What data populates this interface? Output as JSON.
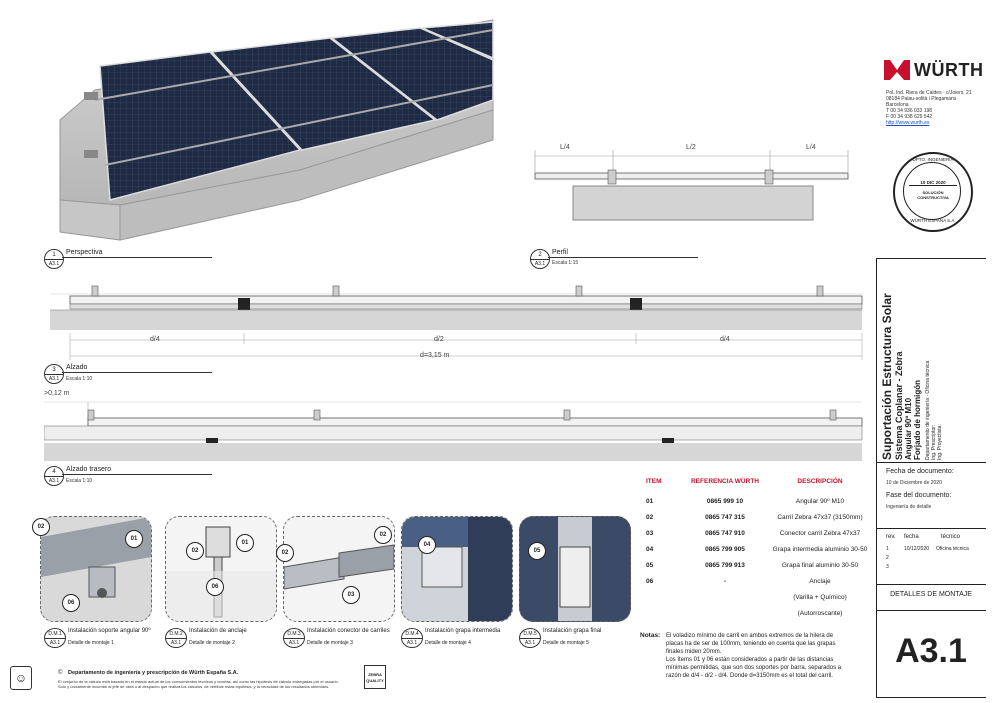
{
  "brand": {
    "name": "WÜRTH",
    "red": "#c8102e",
    "address_lines": [
      "Pol. Ind. Riera de Caldes · c/Joiers, 21",
      "08184 Palau-solità i Plegamans",
      "Barcelona",
      "T 00 34 936 033 198",
      "F 00 34 938 629 542",
      "http://www.wurth.es"
    ]
  },
  "stamp": {
    "top": "DPTO. INGENIERÍA",
    "date": "10 DIC 2020",
    "mid": "SOLUCIÓN CONSTRUCTIVA",
    "bottom": "WÜRTH ESPAÑA S.A."
  },
  "title_block": {
    "title": "Suportación Estructura Solar",
    "subtitle_1": "Sistema Coplanar - Zebra",
    "subtitle_2": "Angular 90º M10",
    "subtitle_3": "Forjado de hormigón",
    "dept": "Departamento de ingeniería · Oficina técnica",
    "ing_prescriptor": "Ing. Prescriptor:",
    "ing_proyectista": "Ing. Proyectista:",
    "fecha_label": "Fecha de documento:",
    "fecha_value": "10 de Diciembre de 2020",
    "fase_label": "Fase del documento:",
    "fase_value": "Ingeniería de detalle",
    "rev_headers": [
      "rev.",
      "fecha",
      "técnico"
    ],
    "revisions": [
      {
        "rev": "1",
        "fecha": "10/12/2020",
        "tecnico": "Oficina técnica"
      },
      {
        "rev": "2",
        "fecha": "",
        "tecnico": ""
      },
      {
        "rev": "3",
        "fecha": "",
        "tecnico": ""
      }
    ],
    "sheet_name": "DETALLES DE MONTAJE",
    "sheet_code": "A3.1"
  },
  "views": {
    "perspectiva": {
      "num": "1",
      "sheet": "A3.1",
      "name": "Perspectiva"
    },
    "perfil": {
      "num": "2",
      "sheet": "A3.1",
      "name": "Perfil",
      "scale": "Escala 1:15"
    },
    "alzado": {
      "num": "3",
      "sheet": "A3.1",
      "name": "Alzado",
      "scale": "Escala 1:10"
    },
    "alzado_trasero": {
      "num": "4",
      "sheet": "A3.1",
      "name": "Alzado trasero",
      "scale": "Escala 1:10"
    }
  },
  "dims": {
    "top_l4a": "L/4",
    "top_l2": "L/2",
    "top_l4b": "L/4",
    "d4a": "d/4",
    "d2": "d/2",
    "d4b": "d/4",
    "total": "d=3,15 m",
    "overhang": ">0,12 m"
  },
  "parts": {
    "headers": {
      "item": "ITEM",
      "ref": "REFERENCIA WÜRTH",
      "desc": "DESCRIPCIÓN"
    },
    "rows": [
      {
        "item": "01",
        "ref": "0865 999 10",
        "desc": "Angular 90º M10"
      },
      {
        "item": "02",
        "ref": "0865 747 315",
        "desc": "Carril Zebra 47x37 (3150mm)"
      },
      {
        "item": "03",
        "ref": "0865 747 910",
        "desc": "Conector carril Zebra 47x37"
      },
      {
        "item": "04",
        "ref": "0865 799 905",
        "desc": "Grapa intermedia aluminio 30-50"
      },
      {
        "item": "05",
        "ref": "0865 799 913",
        "desc": "Grapa final aluminio 30-50"
      },
      {
        "item": "06",
        "ref": "-",
        "desc": "Anclaje"
      }
    ],
    "extra": [
      "(Varilla + Químico)",
      "(Autorroscante)"
    ]
  },
  "details": [
    {
      "code": "D.M.1",
      "sheet": "A3.1",
      "name": "Instalación soporte angular 90º",
      "sub": "Detalle de montaje 1",
      "callouts": [
        "02",
        "01",
        "06"
      ]
    },
    {
      "code": "D.M.2",
      "sheet": "A3.1",
      "name": "Instalación de anclaje",
      "sub": "Detalle de montaje 2",
      "callouts": [
        "01",
        "02",
        "06"
      ]
    },
    {
      "code": "D.M.3",
      "sheet": "A3.1",
      "name": "Instalación conector de carriles",
      "sub": "Detalle de montaje 3",
      "callouts": [
        "02",
        "02",
        "03"
      ]
    },
    {
      "code": "D.M.4",
      "sheet": "A3.1",
      "name": "Instalación grapa intermedia",
      "sub": "Detalle de montaje 4",
      "callouts": [
        "04"
      ]
    },
    {
      "code": "D.M.5",
      "sheet": "A3.1",
      "name": "Instalación grapa final",
      "sub": "Detalle de montaje 5",
      "callouts": [
        "05"
      ]
    }
  ],
  "notes": {
    "label": "Notas:",
    "lines": [
      "El voladizo mínimo de carril en ambos extremos de la hilera de",
      "placas ha de ser de 100mm, teniendo en cuenta que las grapas",
      "finales miden 20mm.",
      "Los ítems 01 y 06 están considerados a partir de las distancias",
      "mínimas permitidas, que son dos soportes por barra, separados a",
      "razón de d/4 - d/2 - d/4. Donde d=3150mm es el total del carril."
    ]
  },
  "footer": {
    "copyright": "©",
    "dept": "Departamento de ingeniería y prescripción de Würth España S.A.",
    "lines": [
      "El conjunto de la cálculo está basado en el estado actual de los conocimientos técnicos y normas, así como las hipótesis de cálculo entregadas por el usuario.",
      "Solo y únicamente incumbe al jefe de obra o al despacho que realiza los cálculos, de verificar estas hipótesis, y la veracidad de los resultados obtenidos."
    ],
    "quality": "ZEBRA QUALITY"
  }
}
